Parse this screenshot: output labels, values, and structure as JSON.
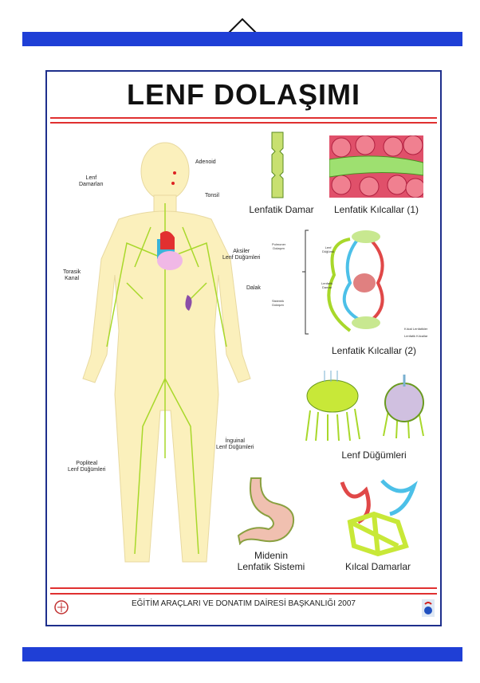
{
  "title": "LENF DOLAŞIMI",
  "body_labels": {
    "adenoid": "Adenoid",
    "lenf_damarlari": "Lenf\nDamarları",
    "tonsil": "Tonsil",
    "aksiler": "Aksiler\nLenf Düğümleri",
    "torasik": "Torasik\nKanal",
    "dalak": "Dalak",
    "inguinal": "İnguinal\nLenf Düğümleri",
    "popliteal": "Popliteal\nLenf Düğümleri"
  },
  "captions": {
    "lenfatik_damar": "Lenfatik Damar",
    "kilcallar_1": "Lenfatik Kılcallar (1)",
    "kilcallar_2": "Lenfatik Kılcallar (2)",
    "lenf_dugumleri": "Lenf Düğümleri",
    "mide": "Midenin\nLenfatik Sistemi",
    "kilcal_damarlar": "Kılcal Damarlar"
  },
  "circulation_labels": {
    "pulmoner": "Pulmoner\nDolaşım",
    "sistemik": "Sistemik\nDolaşım",
    "lenf_dugumu": "Lenf\nDüğümü",
    "lenfatik_damar": "Lenfatik\nDamar",
    "kilcal_lenfatikler": "Kılcal Lenfatikler",
    "lenfatik_kilcallar": "Lenfatik Kılcallar"
  },
  "footer": "EĞİTİM ARAÇLARI  VE DONATIM DAİRESİ BAŞKANLIĞI  2007",
  "colors": {
    "rod": "#1f3fd6",
    "border": "#1e2f8c",
    "rule": "#e03030",
    "skin": "#fbf0bc",
    "lymph": "#a8d82a"
  }
}
